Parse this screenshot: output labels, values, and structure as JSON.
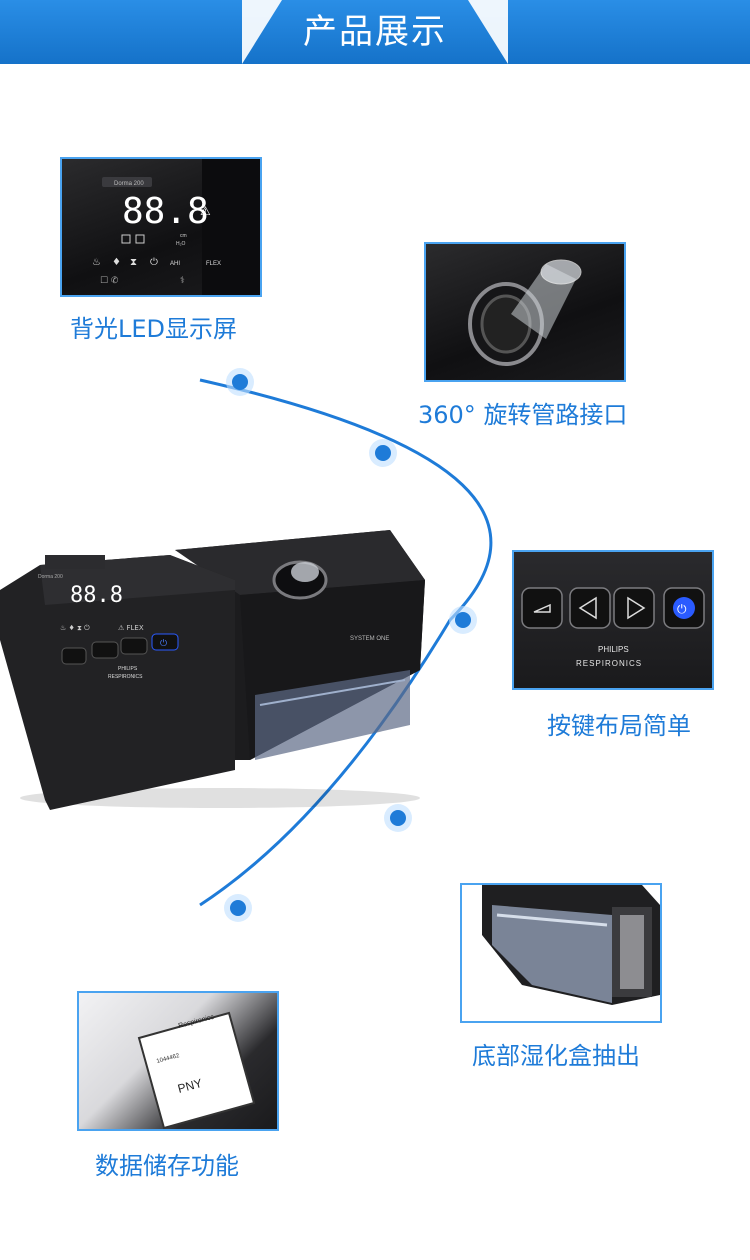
{
  "header": {
    "title": "产品展示"
  },
  "features": [
    {
      "caption": "背光LED显示屏"
    },
    {
      "caption": "360° 旋转管路接口"
    },
    {
      "caption": "按键布局简单"
    },
    {
      "caption": "底部湿化盒抽出"
    },
    {
      "caption": "数据储存功能"
    }
  ],
  "device": {
    "model_label": "Dorma 200",
    "display_value": "88.8",
    "brand": "PHILIPS",
    "sub_brand": "RESPIRONICS",
    "series_label": "SYSTEM ONE",
    "ahi_label": "AHI",
    "flex_label": "FLEX",
    "unit_label": "cm H₂O",
    "card_brand": "PNY",
    "card_text_1": "Respironics",
    "card_text_2": "1044462"
  },
  "colors": {
    "accent": "#1e7bd8",
    "banner": "#1572c9",
    "power_button": "#2a5bff"
  }
}
